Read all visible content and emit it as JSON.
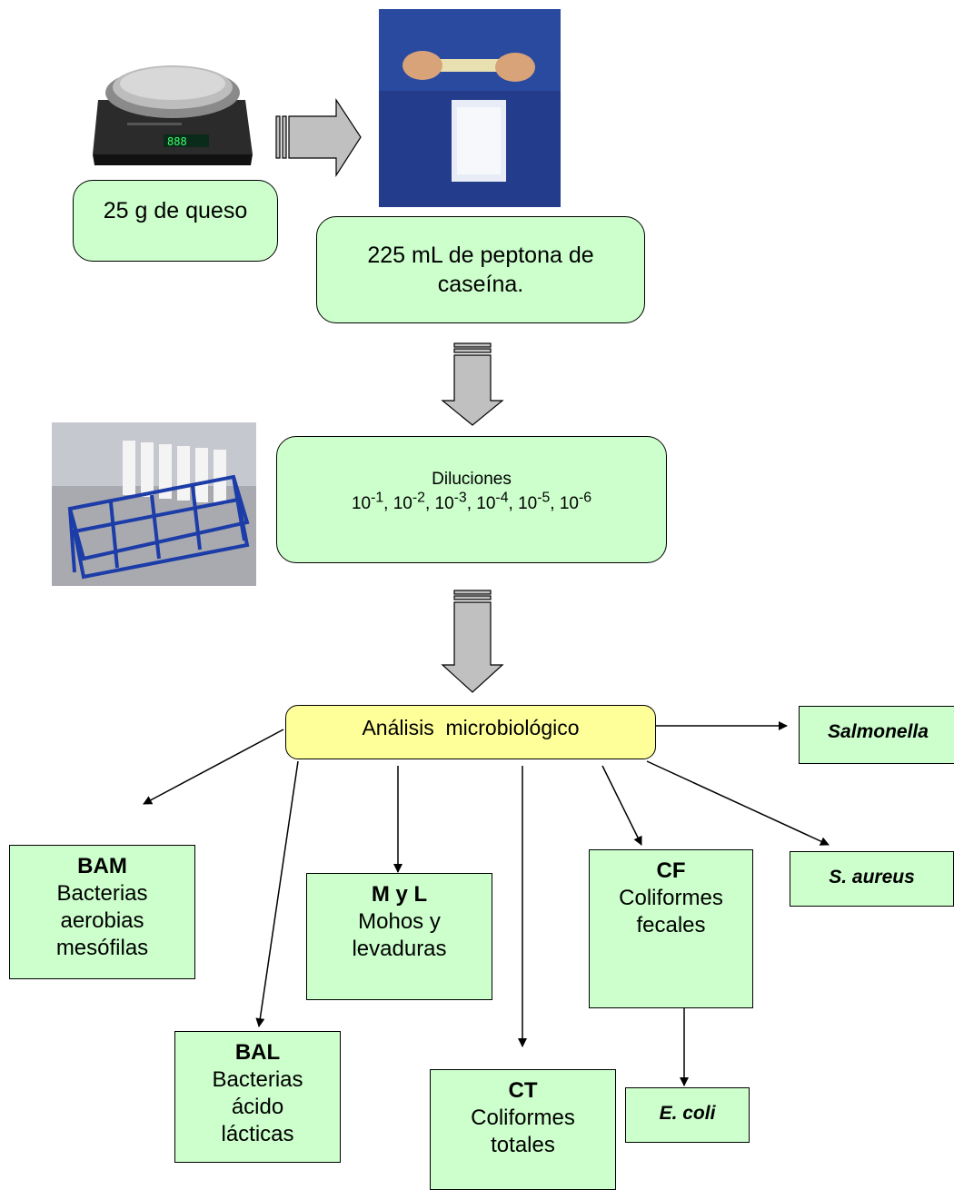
{
  "steps": {
    "sample": "25 g de queso",
    "diluent": "225 mL de peptona de caseína.",
    "dilutions": {
      "title": "Diluciones",
      "values": [
        {
          "base": "10",
          "exp": "-1",
          "sep": ", "
        },
        {
          "base": "10",
          "exp": "-2",
          "sep": ", "
        },
        {
          "base": "10",
          "exp": "-3",
          "sep": ", "
        },
        {
          "base": "10",
          "exp": "-4",
          "sep": ", "
        },
        {
          "base": "10",
          "exp": "-5",
          "sep": ", "
        },
        {
          "base": "10",
          "exp": "-6",
          "sep": ""
        }
      ]
    },
    "analysis": "Análisis  microbiológico"
  },
  "targets": {
    "salmonella": "Salmonella",
    "s_aureus": "S. aureus",
    "e_coli": "E. coli",
    "bam": {
      "abbr": "BAM",
      "desc": [
        "Bacterias",
        "aerobias",
        "mesófilas"
      ]
    },
    "bal": {
      "abbr": "BAL",
      "desc": [
        "Bacterias",
        "ácido",
        "lácticas"
      ]
    },
    "myl": {
      "abbr": "M y L",
      "desc": [
        "Mohos y",
        "levaduras"
      ]
    },
    "ct": {
      "abbr": "CT",
      "desc": [
        "Coliformes",
        "totales"
      ]
    },
    "cf": {
      "abbr": "CF",
      "desc": [
        "Coliformes",
        "fecales"
      ]
    }
  },
  "colors": {
    "box_fill": "#ccffcc",
    "analysis_fill": "#ffff99",
    "block_arrow_fill": "#c0c0c0"
  }
}
